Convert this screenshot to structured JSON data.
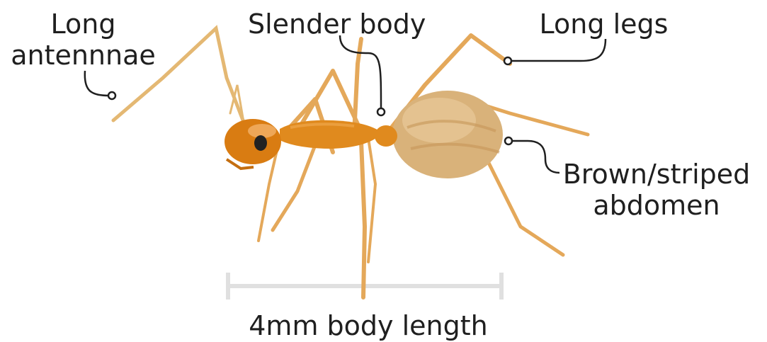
{
  "labels": {
    "antennae": {
      "line1": "Long",
      "line2": "antennnae"
    },
    "body": "Slender body",
    "legs": "Long legs",
    "abdomen": {
      "line1": "Brown/striped",
      "line2": "abdomen"
    },
    "scale": "4mm body length"
  },
  "colors": {
    "ant_body": "#e08a1e",
    "ant_head": "#d97c12",
    "leg": "#e4a85a",
    "abdomen": "#d9b27a",
    "scale_bar": "#e0e0e0",
    "callout_line": "#1f1f1f",
    "text": "#1f1f1f"
  }
}
